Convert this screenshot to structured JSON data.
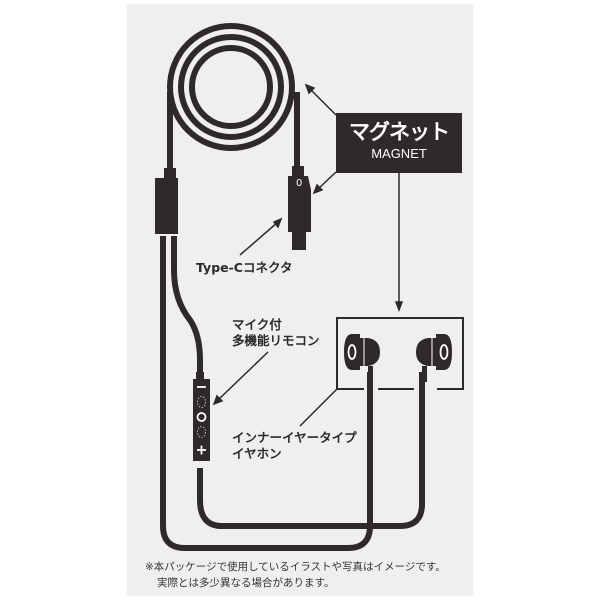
{
  "diagram": {
    "title": "Earphone parts diagram",
    "colors": {
      "background": "#ffffff",
      "panel": "#efefef",
      "ink": "#2f2a29",
      "label_box": "#2f2a29",
      "label_box_text": "#ffffff"
    },
    "callouts": {
      "magnet": {
        "jp": "マグネット",
        "en": "MAGNET"
      },
      "type_c": "Type-Cコネクタ",
      "remote": {
        "line1": "マイク付",
        "line2": "多機能リモコン"
      },
      "earphone": {
        "line1": "インナーイヤータイプ",
        "line2": "イヤホン"
      }
    },
    "remote_buttons": [
      "−",
      "◯",
      "+"
    ],
    "connector_mark": "0",
    "note": {
      "line1": "※本パッケージで使用しているイラストや写真はイメージです。",
      "line2": "実際とは多少異なる場合があります。"
    }
  }
}
